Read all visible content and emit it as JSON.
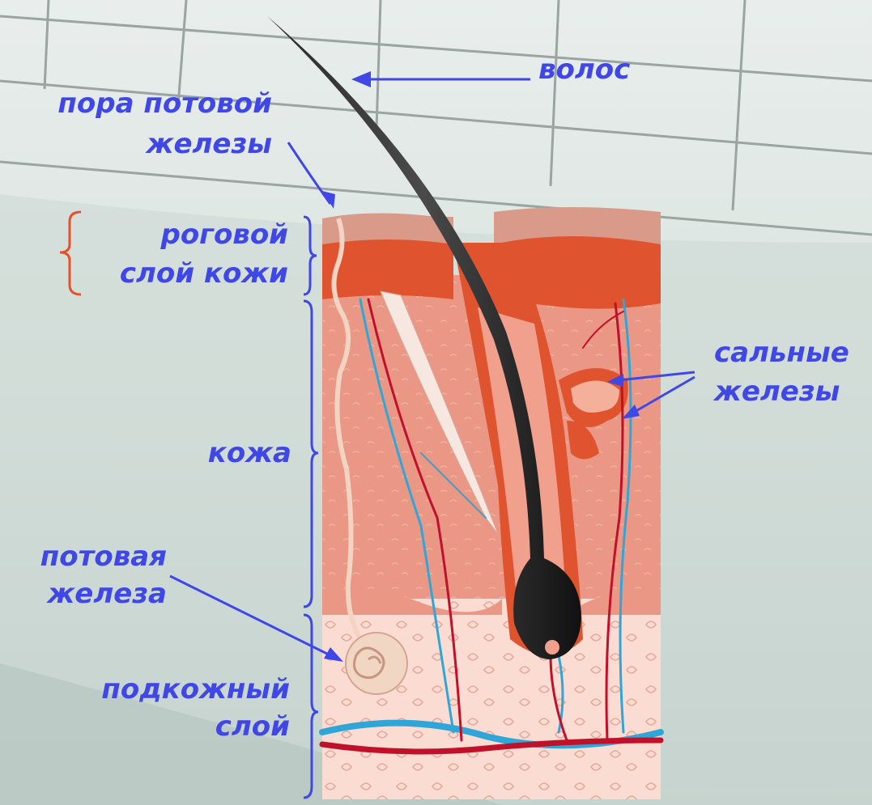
{
  "labels": {
    "hair": "волос",
    "sweat_pore": [
      "пора потовой",
      "железы"
    ],
    "horny_layer": [
      "роговой",
      "слой кожи"
    ],
    "skin": "кожа",
    "sebaceous_glands": [
      "сальные",
      "железы"
    ],
    "sweat_gland": [
      "потовая",
      "железа"
    ],
    "subcutaneous_layer": [
      "подкожный",
      "слой"
    ]
  },
  "colors": {
    "label": "#3f47e6",
    "pointer": "#3f47e6",
    "brace_top": "#e8502a",
    "hair": "#1d1d1d",
    "epidermis": "#e0532f",
    "dermis": "#e8907e",
    "fat": "#fbd8cf",
    "artery": "#c0102a",
    "vein": "#2fa6d8"
  }
}
